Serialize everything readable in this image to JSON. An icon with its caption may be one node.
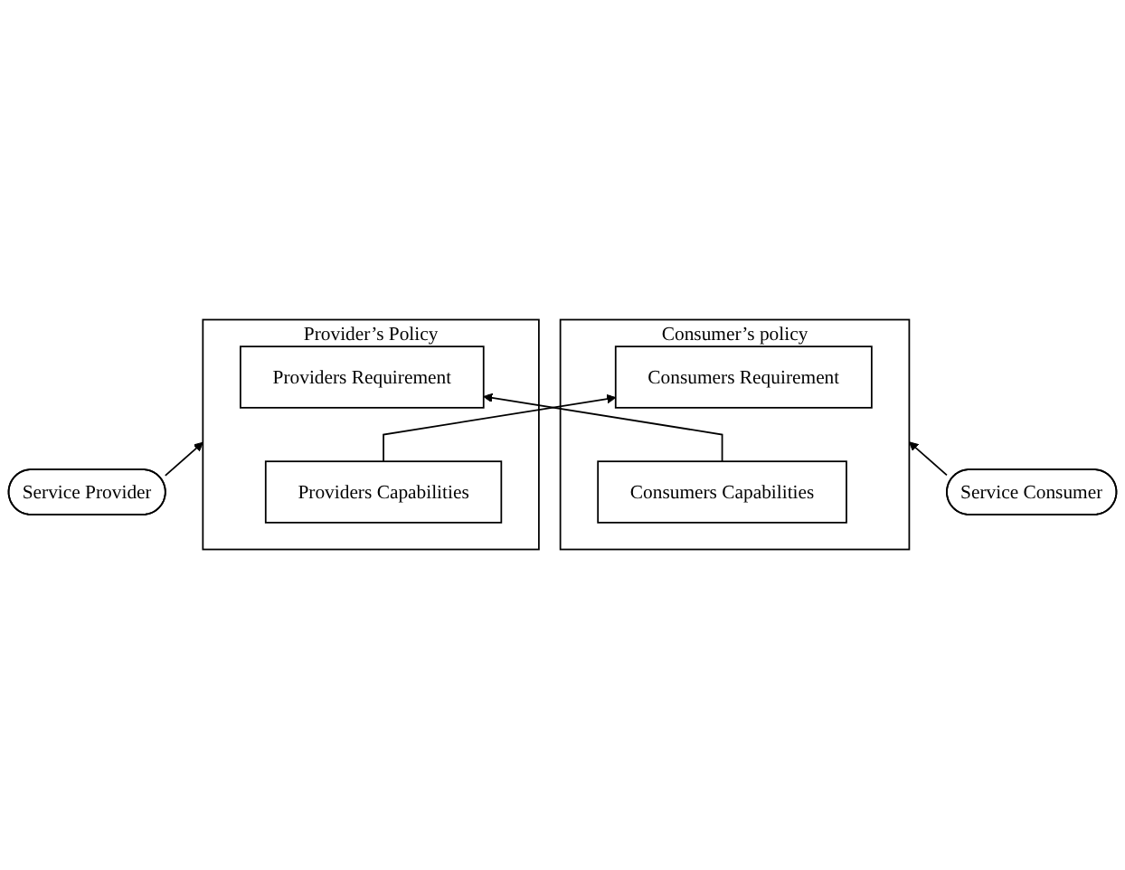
{
  "diagram": {
    "nodes": [
      {
        "text": [
          "Consumer’s policy"
        ]
      },
      {
        "text": [
          "Consumers Requirement"
        ],
        "in": 0
      },
      {
        "text": [
          "Consumers Capabilities"
        ],
        "in": 0
      },
      {
        "text": [
          "Provider’s Policy"
        ]
      },
      {
        "text": [
          "Providers Requirement"
        ],
        "in": 3
      },
      {
        "text": [
          "Providers Capabilities"
        ],
        "in": 3
      },
      {
        "text": [
          "Service Consumer"
        ]
      },
      {
        "text": [
          "Service Provider"
        ]
      }
    ],
    "edges": [
      {
        "from": 2,
        "to": 4,
        "arrow": "to"
      },
      {
        "from": 5,
        "to": 1,
        "arrow": "to"
      },
      {
        "from": 6,
        "to": 0,
        "arrow": "to"
      },
      {
        "from": 7,
        "to": 3,
        "arrow": "to"
      }
    ]
  }
}
